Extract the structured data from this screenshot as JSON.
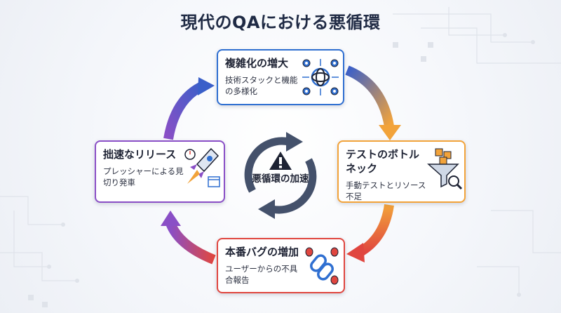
{
  "title": "現代のQAにおける悪循環",
  "center": {
    "label": "悪循環の加速"
  },
  "cards": {
    "top": {
      "title": "複雑化の増大",
      "desc": "技術スタックと機能の多様化"
    },
    "right": {
      "title": "テストのボトルネック",
      "desc": "手動テストとリソース不足"
    },
    "bottom": {
      "title": "本番バグの増加",
      "desc": "ユーザーからの不具合報告"
    },
    "left": {
      "title": "拙速なリリース",
      "desc": "プレッシャーによる見切り発車"
    }
  },
  "colors": {
    "blue": "#2f6fd1",
    "orange": "#f2a33a",
    "red": "#e0463f",
    "purple": "#8a4fc6",
    "gray": "#4b5a73"
  }
}
